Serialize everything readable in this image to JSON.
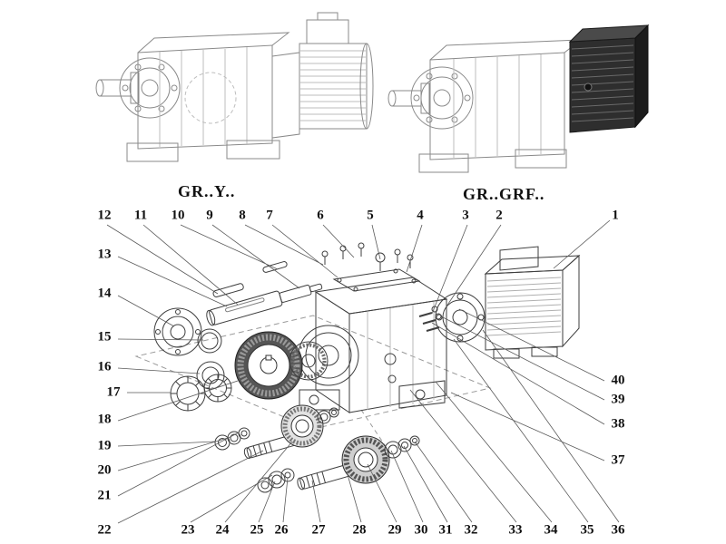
{
  "headings": {
    "left_model": "GR..Y..",
    "right_model": "GR..GRF.."
  },
  "callout_numbers": [
    "1",
    "2",
    "3",
    "4",
    "5",
    "6",
    "7",
    "8",
    "9",
    "10",
    "11",
    "12",
    "13",
    "14",
    "15",
    "16",
    "17",
    "18",
    "19",
    "20",
    "21",
    "22",
    "23",
    "24",
    "25",
    "26",
    "27",
    "28",
    "29",
    "30",
    "31",
    "32",
    "33",
    "34",
    "35",
    "36",
    "37",
    "38",
    "39",
    "40"
  ],
  "colors": {
    "ink": "#3e3e3e",
    "light_ink": "#8a8a8a",
    "leader_line": "#5a5a5a",
    "dark_motor_fill": "#2e2e2e",
    "background": "#ffffff"
  }
}
